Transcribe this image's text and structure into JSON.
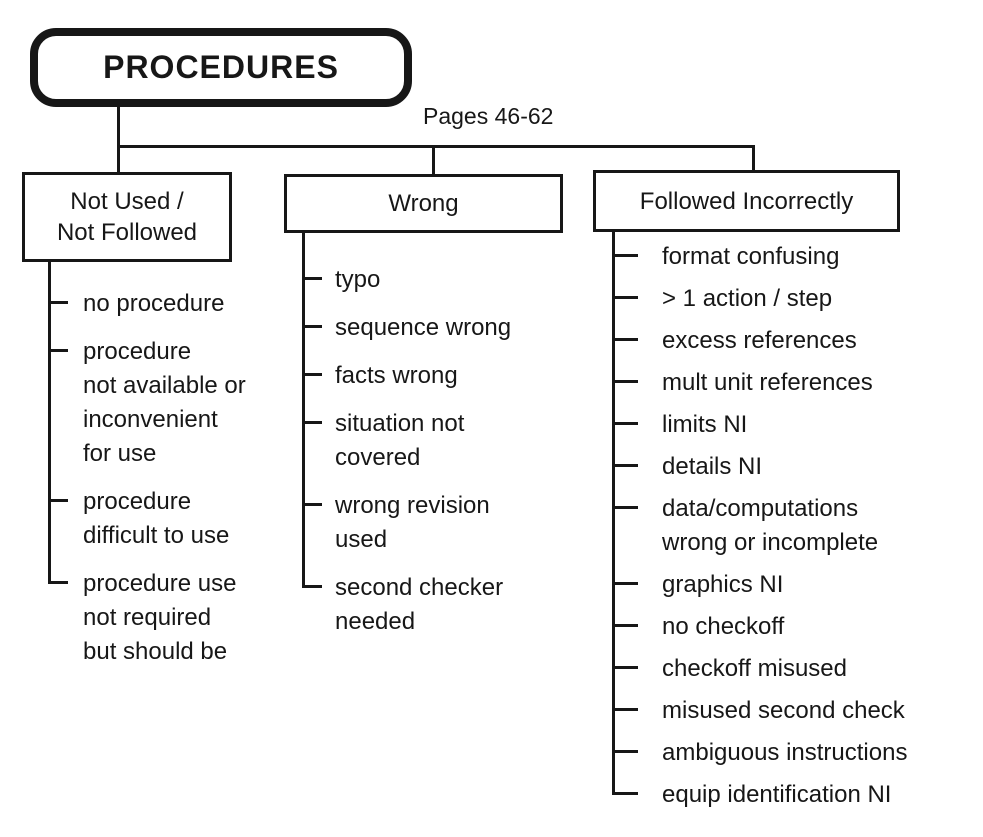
{
  "root": {
    "label": "PROCEDURES"
  },
  "pages_note": "Pages 46-62",
  "branches": [
    {
      "id": "not-used-not-followed",
      "title": "Not Used /\nNot Followed",
      "items": [
        "no procedure",
        "procedure\nnot available or\ninconvenient\nfor use",
        "procedure\ndifficult to use",
        "procedure use\nnot required\nbut should be"
      ]
    },
    {
      "id": "wrong",
      "title": "Wrong",
      "items": [
        "typo",
        "sequence wrong",
        "facts wrong",
        "situation not\ncovered",
        "wrong revision\nused",
        "second checker\nneeded"
      ]
    },
    {
      "id": "followed-incorrectly",
      "title": "Followed Incorrectly",
      "items": [
        "format confusing",
        "> 1 action / step",
        "excess references",
        "mult unit references",
        "limits NI",
        "details NI",
        "data/computations\nwrong or incomplete",
        "graphics NI",
        "no checkoff",
        "checkoff misused",
        "misused second check",
        "ambiguous instructions",
        "equip identification NI"
      ]
    }
  ],
  "colors": {
    "line": "#171717",
    "text": "#171717",
    "background": "#ffffff"
  }
}
